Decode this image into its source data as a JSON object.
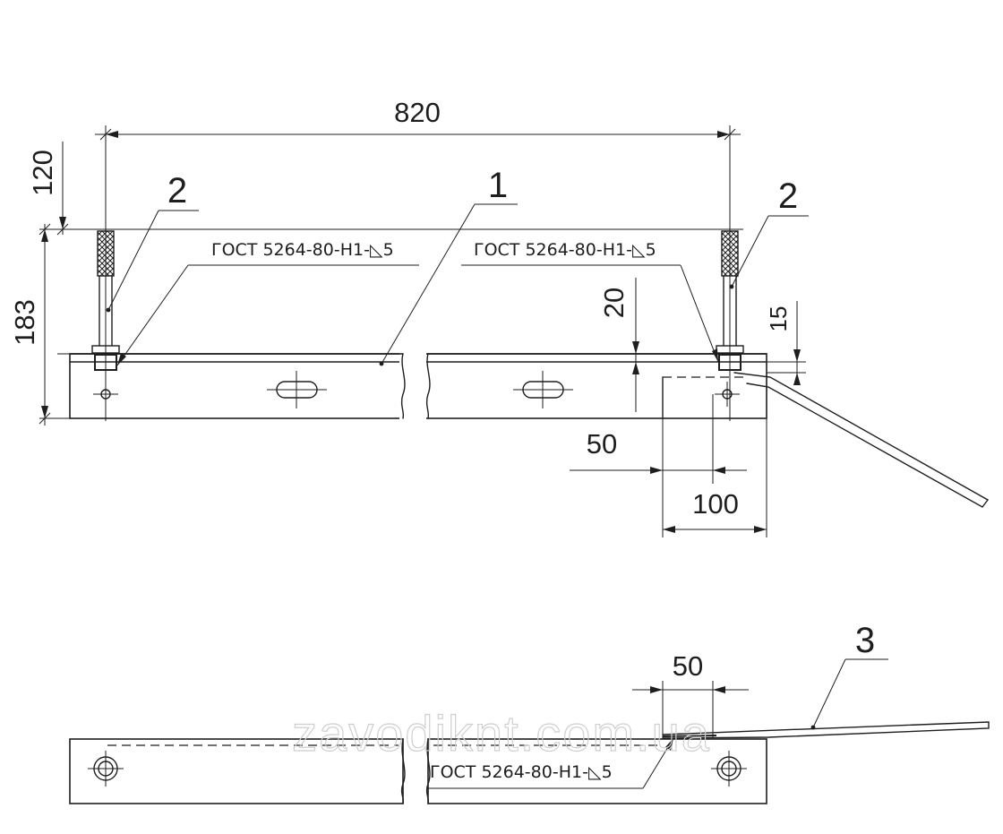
{
  "dimensions": {
    "overall_length": "820",
    "rod_height": "120",
    "total_height": "183",
    "weld_offset": "20",
    "plate_gap": "15",
    "offset_50": "50",
    "end_offset_100": "100",
    "bottom_overlap_50": "50"
  },
  "positions": {
    "main_plate": "1",
    "stud_left": "2",
    "stud_right": "2",
    "strip": "3"
  },
  "weld_notes": {
    "top_left": "ГОСТ 5264-80-Н1-",
    "top_right": "ГОСТ 5264-80-Н1-",
    "bottom": "ГОСТ 5264-80-Н1-",
    "leg_size": "5"
  },
  "watermark": "zavodiknt.com.ua"
}
